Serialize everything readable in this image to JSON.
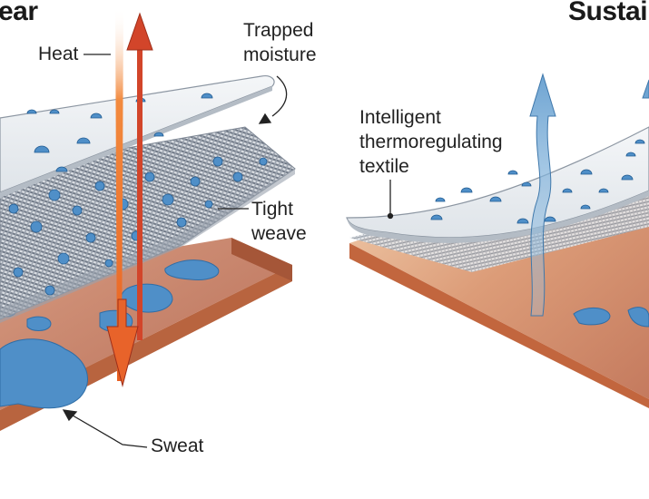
{
  "titles": {
    "left": "ear",
    "right": "Sustai"
  },
  "labels": {
    "heat": "Heat",
    "trapped_moisture": [
      "Trapped",
      "moisture"
    ],
    "tight_weave": [
      "Tight",
      "weave"
    ],
    "sweat": "Sweat",
    "intelligent_textile": [
      "Intelligent",
      "thermoregulating",
      "textile"
    ]
  },
  "colors": {
    "skin_top": "#c98a72",
    "skin_edge": "#b8643f",
    "fabric": "#e9edf1",
    "weave": "#7e8794",
    "sweat": "#4f8fc8",
    "heat_arrow": "#ee6a24",
    "arrow_red": "#d2452a",
    "vapor_arrow": "#6ea4d2"
  }
}
